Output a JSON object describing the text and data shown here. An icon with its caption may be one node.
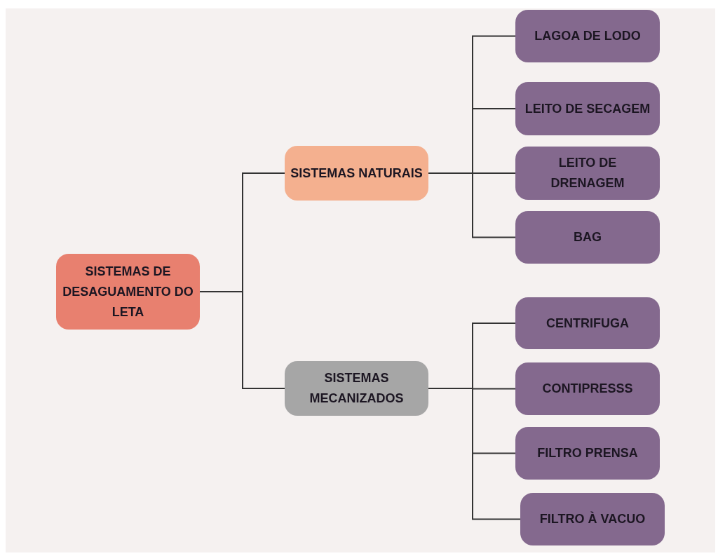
{
  "diagram": {
    "nodes": [
      {
        "text": [
          "SISTEMAS DE DESAGUAMENTO DO LETA"
        ]
      },
      {
        "text": [
          "SISTEMAS NATURAIS"
        ]
      },
      {
        "text": [
          "SISTEMAS MECANIZADOS"
        ]
      },
      {
        "text": [
          "LAGOA DE LODO"
        ]
      },
      {
        "text": [
          "LEITO DE SECAGEM"
        ]
      },
      {
        "text": [
          "LEITO DE DRENAGEM"
        ]
      },
      {
        "text": [
          "BAG"
        ]
      },
      {
        "text": [
          "CENTRIFUGA"
        ]
      },
      {
        "text": [
          "CONTIPRESSS"
        ]
      },
      {
        "text": [
          "FILTRO PRENSA"
        ]
      },
      {
        "text": [
          "FILTRO À VACUO"
        ]
      }
    ],
    "edges": [
      {
        "from": 0,
        "to": 1,
        "arrow": "none"
      },
      {
        "from": 0,
        "to": 2,
        "arrow": "none"
      },
      {
        "from": 1,
        "to": 3,
        "arrow": "none"
      },
      {
        "from": 1,
        "to": 4,
        "arrow": "none"
      },
      {
        "from": 1,
        "to": 5,
        "arrow": "none"
      },
      {
        "from": 1,
        "to": 6,
        "arrow": "none"
      },
      {
        "from": 2,
        "to": 7,
        "arrow": "none"
      },
      {
        "from": 2,
        "to": 8,
        "arrow": "none"
      },
      {
        "from": 2,
        "to": 9,
        "arrow": "none"
      },
      {
        "from": 2,
        "to": 10,
        "arrow": "none"
      }
    ]
  }
}
